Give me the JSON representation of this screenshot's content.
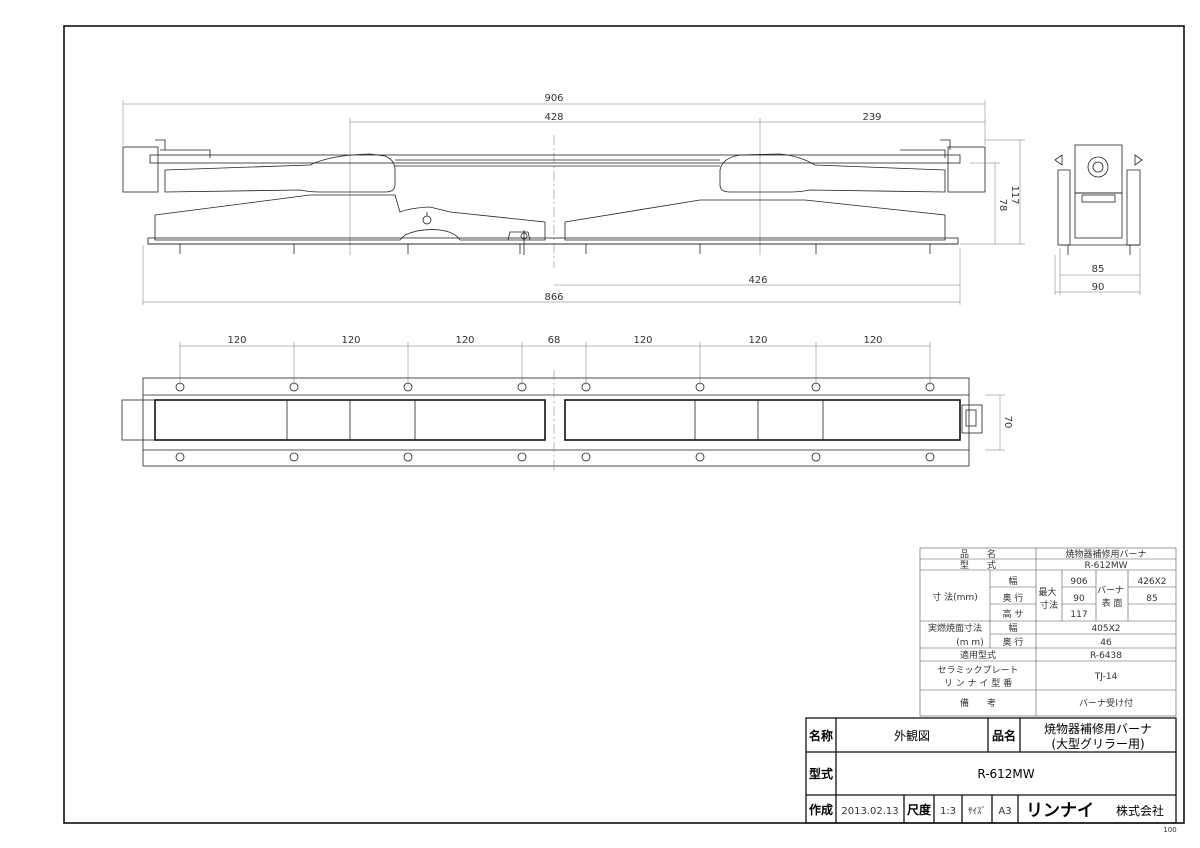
{
  "dimensions": {
    "front": {
      "overall": "906",
      "left_span": "428",
      "right_span": "239",
      "lower_right": "426",
      "bottom_overall": "866",
      "height_inner": "78",
      "height_total": "117"
    },
    "side": {
      "inner_width": "85",
      "outer_width": "90"
    },
    "plan": {
      "pitch_1": "120",
      "pitch_2": "120",
      "pitch_3": "120",
      "center_gap": "68",
      "pitch_4": "120",
      "pitch_5": "120",
      "pitch_6": "120",
      "depth": "70"
    }
  },
  "spec_table": {
    "product_name_label": "品　　名",
    "product_name_value": "焼物器補修用バーナ",
    "model_label": "型　　式",
    "model_value": "R-612MW",
    "size_label": "寸 法(mm)",
    "width_label": "幅",
    "depth_label": "奥 行",
    "height_label": "高 サ",
    "max_label": "最大\n寸法",
    "max_width": "906",
    "max_depth": "90",
    "max_height": "117",
    "burner_label": "バーナ\n表 面",
    "burner_width": "426X2",
    "burner_depth": "85",
    "burn_surface_label": "実燃焼面寸法",
    "burn_unit_label": "(m m)",
    "burn_width_label": "幅",
    "burn_depth_label": "奥 行",
    "burn_width_value": "405X2",
    "burn_depth_value": "46",
    "applicable_label": "適用型式",
    "applicable_value": "R-6438",
    "ceramic_label_1": "セラミックプレート",
    "ceramic_label_2": "リ ン ナ イ 型 番",
    "ceramic_value": "TJ-14",
    "remarks_label": "備　　考",
    "remarks_value": "バーナ受け付"
  },
  "title_block": {
    "name_label": "名称",
    "name_value": "外観図",
    "product_label": "品名",
    "product_value_1": "焼物器補修用バーナ",
    "product_value_2": "(大型グリラー用)",
    "model_label": "型式",
    "model_value": "R-612MW",
    "created_label": "作成",
    "created_value": "2013.02.13",
    "scale_label": "尺度",
    "scale_value": "1:3",
    "size_label": "ｻｲｽﾞ",
    "size_value": "A3",
    "maker_brand": "リンナイ",
    "maker_suffix": "株式会社",
    "page_code": "100"
  },
  "colors": {
    "line": "#111111",
    "dim_line": "#777777",
    "background": "#ffffff"
  }
}
